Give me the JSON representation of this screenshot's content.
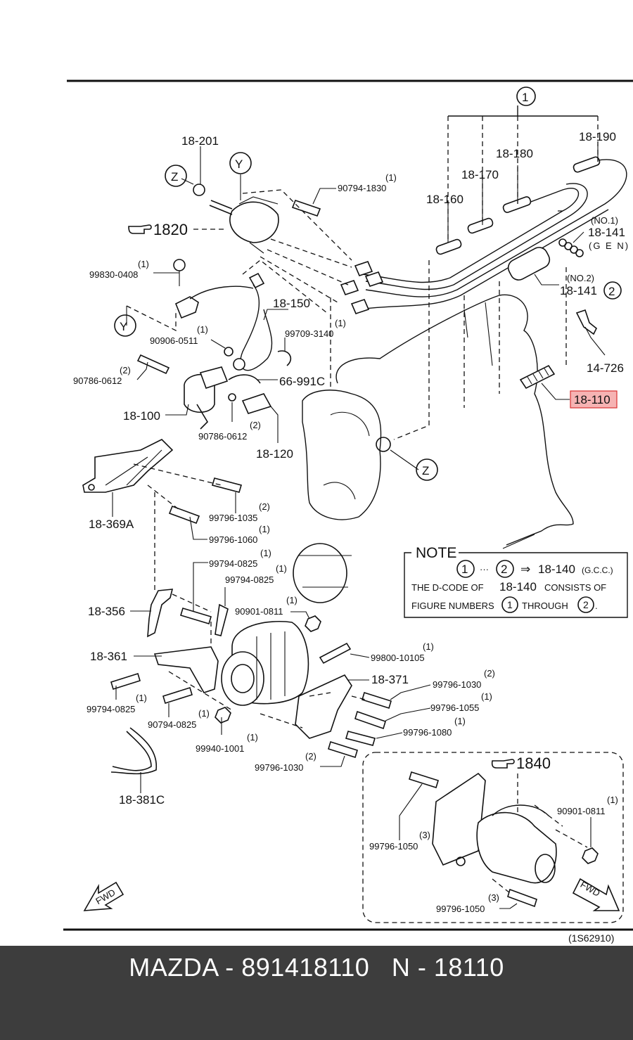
{
  "diagram": {
    "figure_id": "(1S62910)",
    "callouts": {
      "y_top": "Y",
      "y_left": "Y",
      "z_top": "Z",
      "z_engine": "Z",
      "circle_1": "1",
      "circle_2": "2"
    },
    "labels": {
      "p18_201": "18-201",
      "p90794_1830": "90794-1830",
      "p90794_1830_qty": "(1)",
      "ref_1820": "1820",
      "p99830_0408": "99830-0408",
      "p99830_0408_qty": "(1)",
      "p18_150": "18-150",
      "p99709_3140": "99709-3140",
      "p99709_3140_qty": "(1)",
      "p90906_0511": "90906-0511",
      "p90906_0511_qty": "(1)",
      "p90786_0612_a": "90786-0612",
      "p90786_0612_a_qty": "(2)",
      "p66_991c": "66-991C",
      "p18_100": "18-100",
      "p90786_0612_b": "90786-0612",
      "p90786_0612_b_qty": "(2)",
      "p18_120": "18-120",
      "p18_160": "18-160",
      "p18_170": "18-170",
      "p18_180": "18-180",
      "p18_190": "18-190",
      "no1": "(NO.1)",
      "p18_141_a": "18-141",
      "gen": "(G E N)",
      "no2": "(NO.2)",
      "p18_141_b": "18-141",
      "p14_726": "14-726",
      "p18_110": "18-110",
      "p18_369a": "18-369A",
      "p99796_1035": "99796-1035",
      "p99796_1035_qty": "(2)",
      "p99796_1060": "99796-1060",
      "p99796_1060_qty": "(1)",
      "p99794_0825_a": "99794-0825",
      "p99794_0825_a_qty": "(1)",
      "p99794_0825_b": "99794-0825",
      "p99794_0825_b_qty": "(1)",
      "p18_356": "18-356",
      "p90901_0811_a": "90901-0811",
      "p90901_0811_a_qty": "(1)",
      "p18_361": "18-361",
      "p99800_10105": "99800-10105",
      "p99800_10105_qty": "(1)",
      "p18_371": "18-371",
      "p99796_1030_a": "99796-1030",
      "p99796_1030_a_qty": "(2)",
      "p99796_1055": "99796-1055",
      "p99796_1055_qty": "(1)",
      "p99796_1080": "99796-1080",
      "p99796_1080_qty": "(1)",
      "p99794_0825_c": "99794-0825",
      "p99794_0825_c_qty": "(1)",
      "p90794_0825": "90794-0825",
      "p90794_0825_qty": "(1)",
      "p99940_1001": "99940-1001",
      "p99940_1001_qty": "(1)",
      "p99796_1030_b": "99796-1030",
      "p99796_1030_b_qty": "(2)",
      "p18_381c": "18-381C",
      "ref_1840": "1840",
      "p90901_0811_b": "90901-0811",
      "p90901_0811_b_qty": "(1)",
      "p99796_1050_a": "99796-1050",
      "p99796_1050_a_qty": "(3)",
      "p99796_1050_b": "99796-1050",
      "p99796_1050_b_qty": "(3)",
      "fwd_left": "FWD",
      "fwd_right": "FWD"
    },
    "note": {
      "title": "NOTE",
      "range_sep": "···",
      "arrow": "⇒",
      "target": "18-140",
      "target_tag": "(G.C.C.)",
      "line2_a": "THE D-CODE OF",
      "line2_b": "18-140",
      "line2_c": "CONSISTS OF",
      "line3_a": "FIGURE NUMBERS",
      "line3_b": "THROUGH",
      "line3_c": "."
    }
  },
  "footer": {
    "brand": "MAZDA",
    "sep1": " - ",
    "part_number": "891418110",
    "gap": "   ",
    "ref": "N",
    "sep2": " - ",
    "code": "18110"
  },
  "colors": {
    "highlight_fill": "#f6b3b3",
    "highlight_border": "#d83030",
    "footer_bg": "#3d3d3d"
  }
}
